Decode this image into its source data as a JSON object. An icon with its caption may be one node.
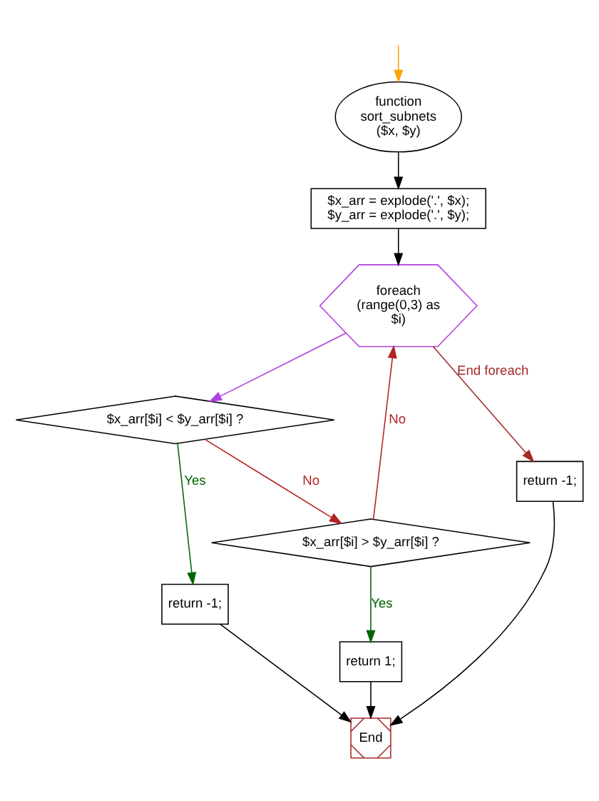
{
  "diagram": {
    "nodes": [
      {
        "text": [
          "function sort_subnets ($x, $y)"
        ]
      },
      {
        "text": [
          "$x_arr = explode('.', $x); $y_arr = explode('.', $y);"
        ]
      },
      {
        "text": [
          "foreach (range(0,3) as $i)"
        ]
      },
      {
        "text": [
          "$x_arr[$i] < $y_arr[$i] ?"
        ]
      },
      {
        "text": [
          "$x_arr[$i] > $y_arr[$i] ?"
        ]
      },
      {
        "text": [
          "return -1;"
        ]
      },
      {
        "text": [
          "return -1;"
        ]
      },
      {
        "text": [
          "return 1;"
        ]
      },
      {
        "text": [
          "End"
        ]
      }
    ],
    "edges": [
      {
        "from": null,
        "to": 0,
        "arrow": "to",
        "color": "#ffa500"
      },
      {
        "from": 0,
        "to": 1,
        "arrow": "to"
      },
      {
        "from": 1,
        "to": 2,
        "arrow": "to"
      },
      {
        "from": 2,
        "to": 3,
        "arrow": "to",
        "color": "#b040e0"
      },
      {
        "from": 3,
        "to": 5,
        "arrow": "to",
        "label": "Yes",
        "color": "#006400"
      },
      {
        "from": 3,
        "to": 4,
        "arrow": "to",
        "label": "No",
        "color": "#b22222"
      },
      {
        "from": 4,
        "to": 2,
        "arrow": "to",
        "label": "No",
        "color": "#b22222"
      },
      {
        "from": 2,
        "to": 6,
        "arrow": "to",
        "label": "End foreach",
        "color": "#a52a2a"
      },
      {
        "from": 4,
        "to": 7,
        "arrow": "to",
        "label": "Yes",
        "color": "#006400"
      },
      {
        "from": 6,
        "to": 8,
        "arrow": "to"
      },
      {
        "from": 5,
        "to": 8,
        "arrow": "to"
      },
      {
        "from": 7,
        "to": 8,
        "arrow": "to"
      }
    ]
  }
}
